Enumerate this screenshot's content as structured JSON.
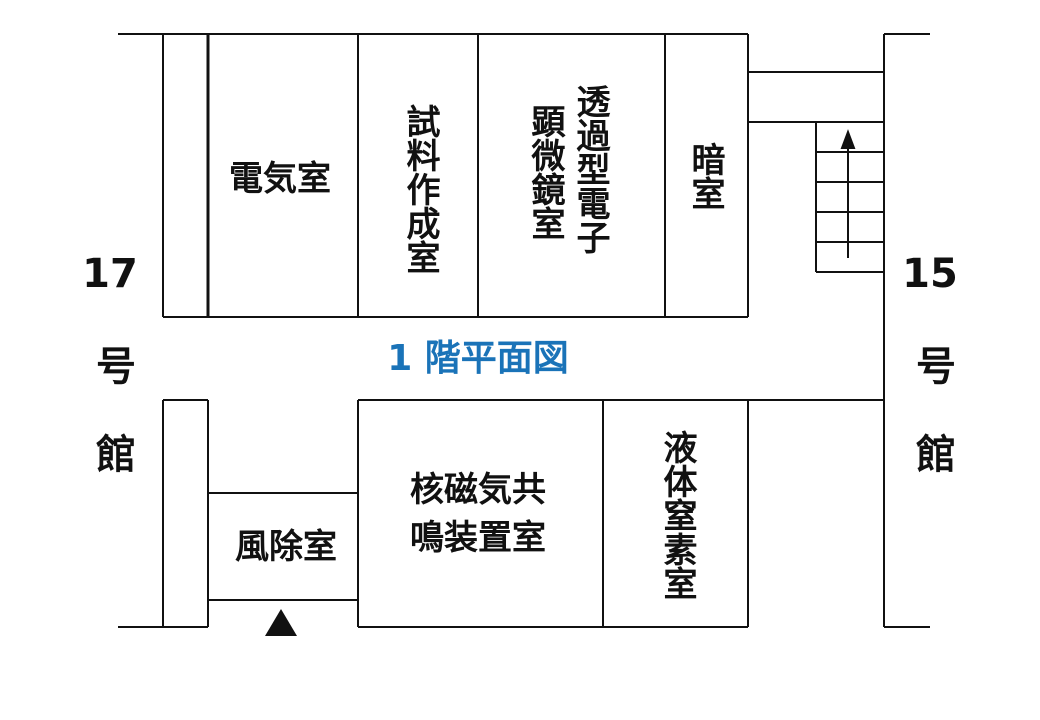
{
  "title": "1 階平面図",
  "colors": {
    "title": "#1a73b8",
    "line": "#111111"
  },
  "rooms": {
    "denki": "電気室",
    "shiryo": "試料作成室",
    "tem_line1": "透過型電子",
    "tem_line2": "顕微鏡室",
    "anshitsu": "暗室",
    "nmr_line1": "核磁気共",
    "nmr_line2": "鳴装置室",
    "ekitai": "液体窒素室",
    "fujo": "風除室"
  },
  "buildings": {
    "left_num": "17",
    "left_kanji": [
      "号",
      "館"
    ],
    "right_num": "15",
    "right_kanji": [
      "号",
      "館"
    ]
  },
  "icons": {
    "stairs": "stairs-icon",
    "entrance": "entrance-arrow-icon"
  }
}
